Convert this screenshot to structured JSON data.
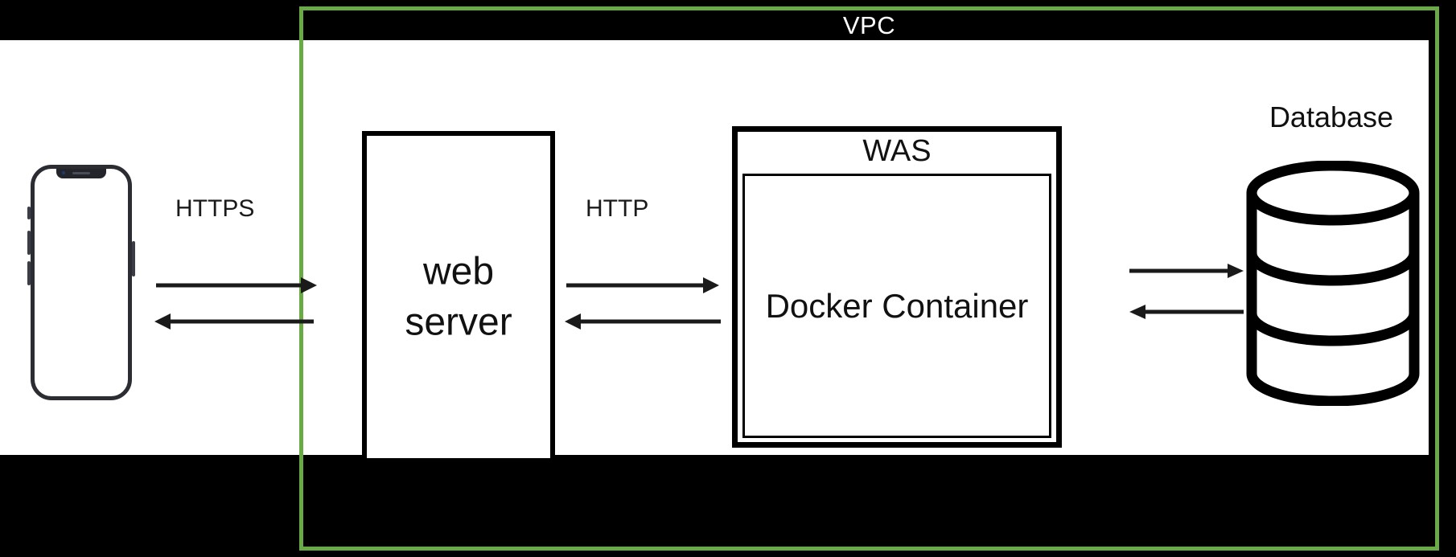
{
  "diagram": {
    "title": "Web service VPC architecture",
    "vpc": {
      "label": "VPC",
      "border_color": "#6aaa46",
      "title_color": "#ffffff",
      "background_color": "#000000"
    },
    "nodes": [
      {
        "id": "phone",
        "icon": "smartphone-icon",
        "label": ""
      },
      {
        "id": "web-server",
        "label": "web\nserver",
        "line1": "web",
        "line2": "server"
      },
      {
        "id": "was",
        "label": "WAS"
      },
      {
        "id": "docker",
        "label": "Docker Container"
      },
      {
        "id": "database",
        "label": "Database",
        "icon": "database-cylinder-icon"
      }
    ],
    "connections": [
      {
        "id": "phone-to-web",
        "label": "HTTPS",
        "direction": "bidirectional",
        "top_arrow": "right",
        "bottom_arrow": "left"
      },
      {
        "id": "web-to-was",
        "label": "HTTP",
        "direction": "bidirectional",
        "top_arrow": "right",
        "bottom_arrow": "left"
      },
      {
        "id": "was-to-db",
        "label": "",
        "direction": "bidirectional",
        "top_arrow": "right",
        "bottom_arrow": "left"
      }
    ],
    "labels": {
      "https": "HTTPS",
      "http": "HTTP",
      "web_server_line1": "web",
      "web_server_line2": "server",
      "was": "WAS",
      "docker_container": "Docker Container",
      "database": "Database",
      "vpc": "VPC"
    },
    "colors": {
      "stroke": "#000000",
      "vpc_green": "#6aaa46",
      "text": "#111111",
      "background": "#ffffff",
      "band": "#000000"
    }
  }
}
